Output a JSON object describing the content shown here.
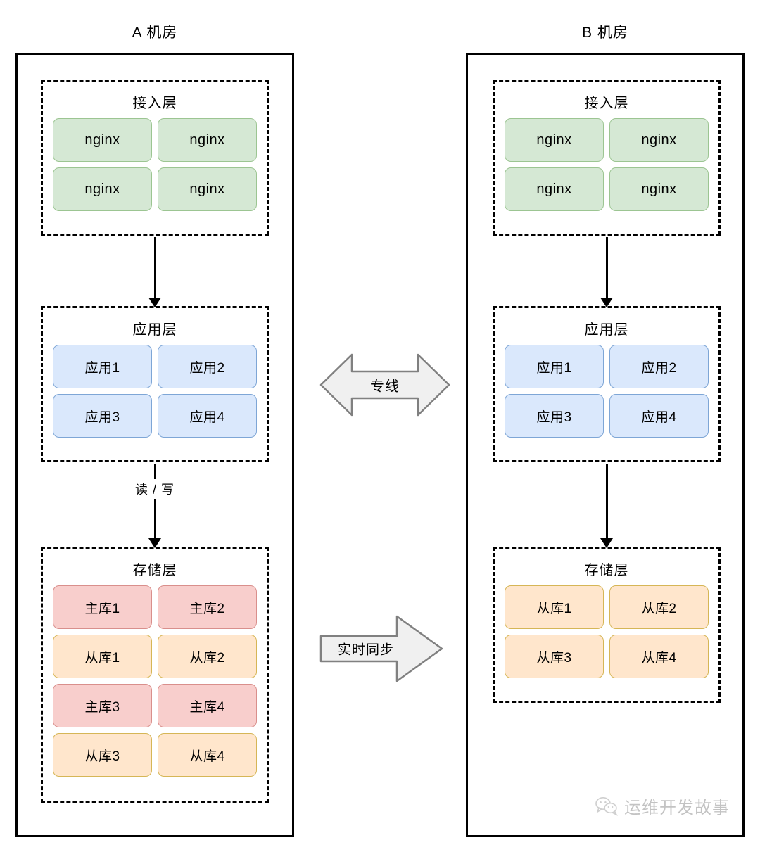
{
  "diagram": {
    "datacenters": [
      {
        "id": "a",
        "title": "A 机房",
        "layers": [
          {
            "id": "access",
            "title": "接入层",
            "nodes": [
              {
                "label": "nginx",
                "color": "green"
              },
              {
                "label": "nginx",
                "color": "green"
              },
              {
                "label": "nginx",
                "color": "green"
              },
              {
                "label": "nginx",
                "color": "green"
              }
            ]
          },
          {
            "id": "app",
            "title": "应用层",
            "nodes": [
              {
                "label": "应用1",
                "color": "blue"
              },
              {
                "label": "应用2",
                "color": "blue"
              },
              {
                "label": "应用3",
                "color": "blue"
              },
              {
                "label": "应用4",
                "color": "blue"
              }
            ]
          },
          {
            "id": "storage",
            "title": "存储层",
            "nodes": [
              {
                "label": "主库1",
                "color": "red"
              },
              {
                "label": "主库2",
                "color": "red"
              },
              {
                "label": "从库1",
                "color": "yellow"
              },
              {
                "label": "从库2",
                "color": "yellow"
              },
              {
                "label": "主库3",
                "color": "red"
              },
              {
                "label": "主库4",
                "color": "red"
              },
              {
                "label": "从库3",
                "color": "yellow"
              },
              {
                "label": "从库4",
                "color": "yellow"
              }
            ]
          }
        ],
        "connectors": [
          {
            "id": "access-to-app",
            "label": ""
          },
          {
            "id": "app-to-storage",
            "label": "读 / 写"
          }
        ]
      },
      {
        "id": "b",
        "title": "B 机房",
        "layers": [
          {
            "id": "access",
            "title": "接入层",
            "nodes": [
              {
                "label": "nginx",
                "color": "green"
              },
              {
                "label": "nginx",
                "color": "green"
              },
              {
                "label": "nginx",
                "color": "green"
              },
              {
                "label": "nginx",
                "color": "green"
              }
            ]
          },
          {
            "id": "app",
            "title": "应用层",
            "nodes": [
              {
                "label": "应用1",
                "color": "blue"
              },
              {
                "label": "应用2",
                "color": "blue"
              },
              {
                "label": "应用3",
                "color": "blue"
              },
              {
                "label": "应用4",
                "color": "blue"
              }
            ]
          },
          {
            "id": "storage",
            "title": "存储层",
            "nodes": [
              {
                "label": "从库1",
                "color": "yellow"
              },
              {
                "label": "从库2",
                "color": "yellow"
              },
              {
                "label": "从库3",
                "color": "yellow"
              },
              {
                "label": "从库4",
                "color": "yellow"
              }
            ]
          }
        ],
        "connectors": [
          {
            "id": "access-to-app",
            "label": ""
          },
          {
            "id": "app-to-storage",
            "label": ""
          }
        ]
      }
    ],
    "cross_links": [
      {
        "id": "dedicated-line",
        "label": "专线",
        "direction": "bidirectional"
      },
      {
        "id": "realtime-sync",
        "label": "实时同步",
        "direction": "right"
      }
    ],
    "colors": {
      "green_fill": "#d5e8d4",
      "green_stroke": "#9cc592",
      "blue_fill": "#dae8fc",
      "blue_stroke": "#7ea6d6",
      "red_fill": "#f8cecc",
      "red_stroke": "#d98f8c",
      "yellow_fill": "#ffe6cc",
      "yellow_stroke": "#d6b656",
      "arrow_fill": "#f0f0f0",
      "arrow_stroke": "#808080",
      "border": "#000000"
    }
  },
  "watermark": {
    "icon": "wechat-icon",
    "text": "运维开发故事"
  }
}
